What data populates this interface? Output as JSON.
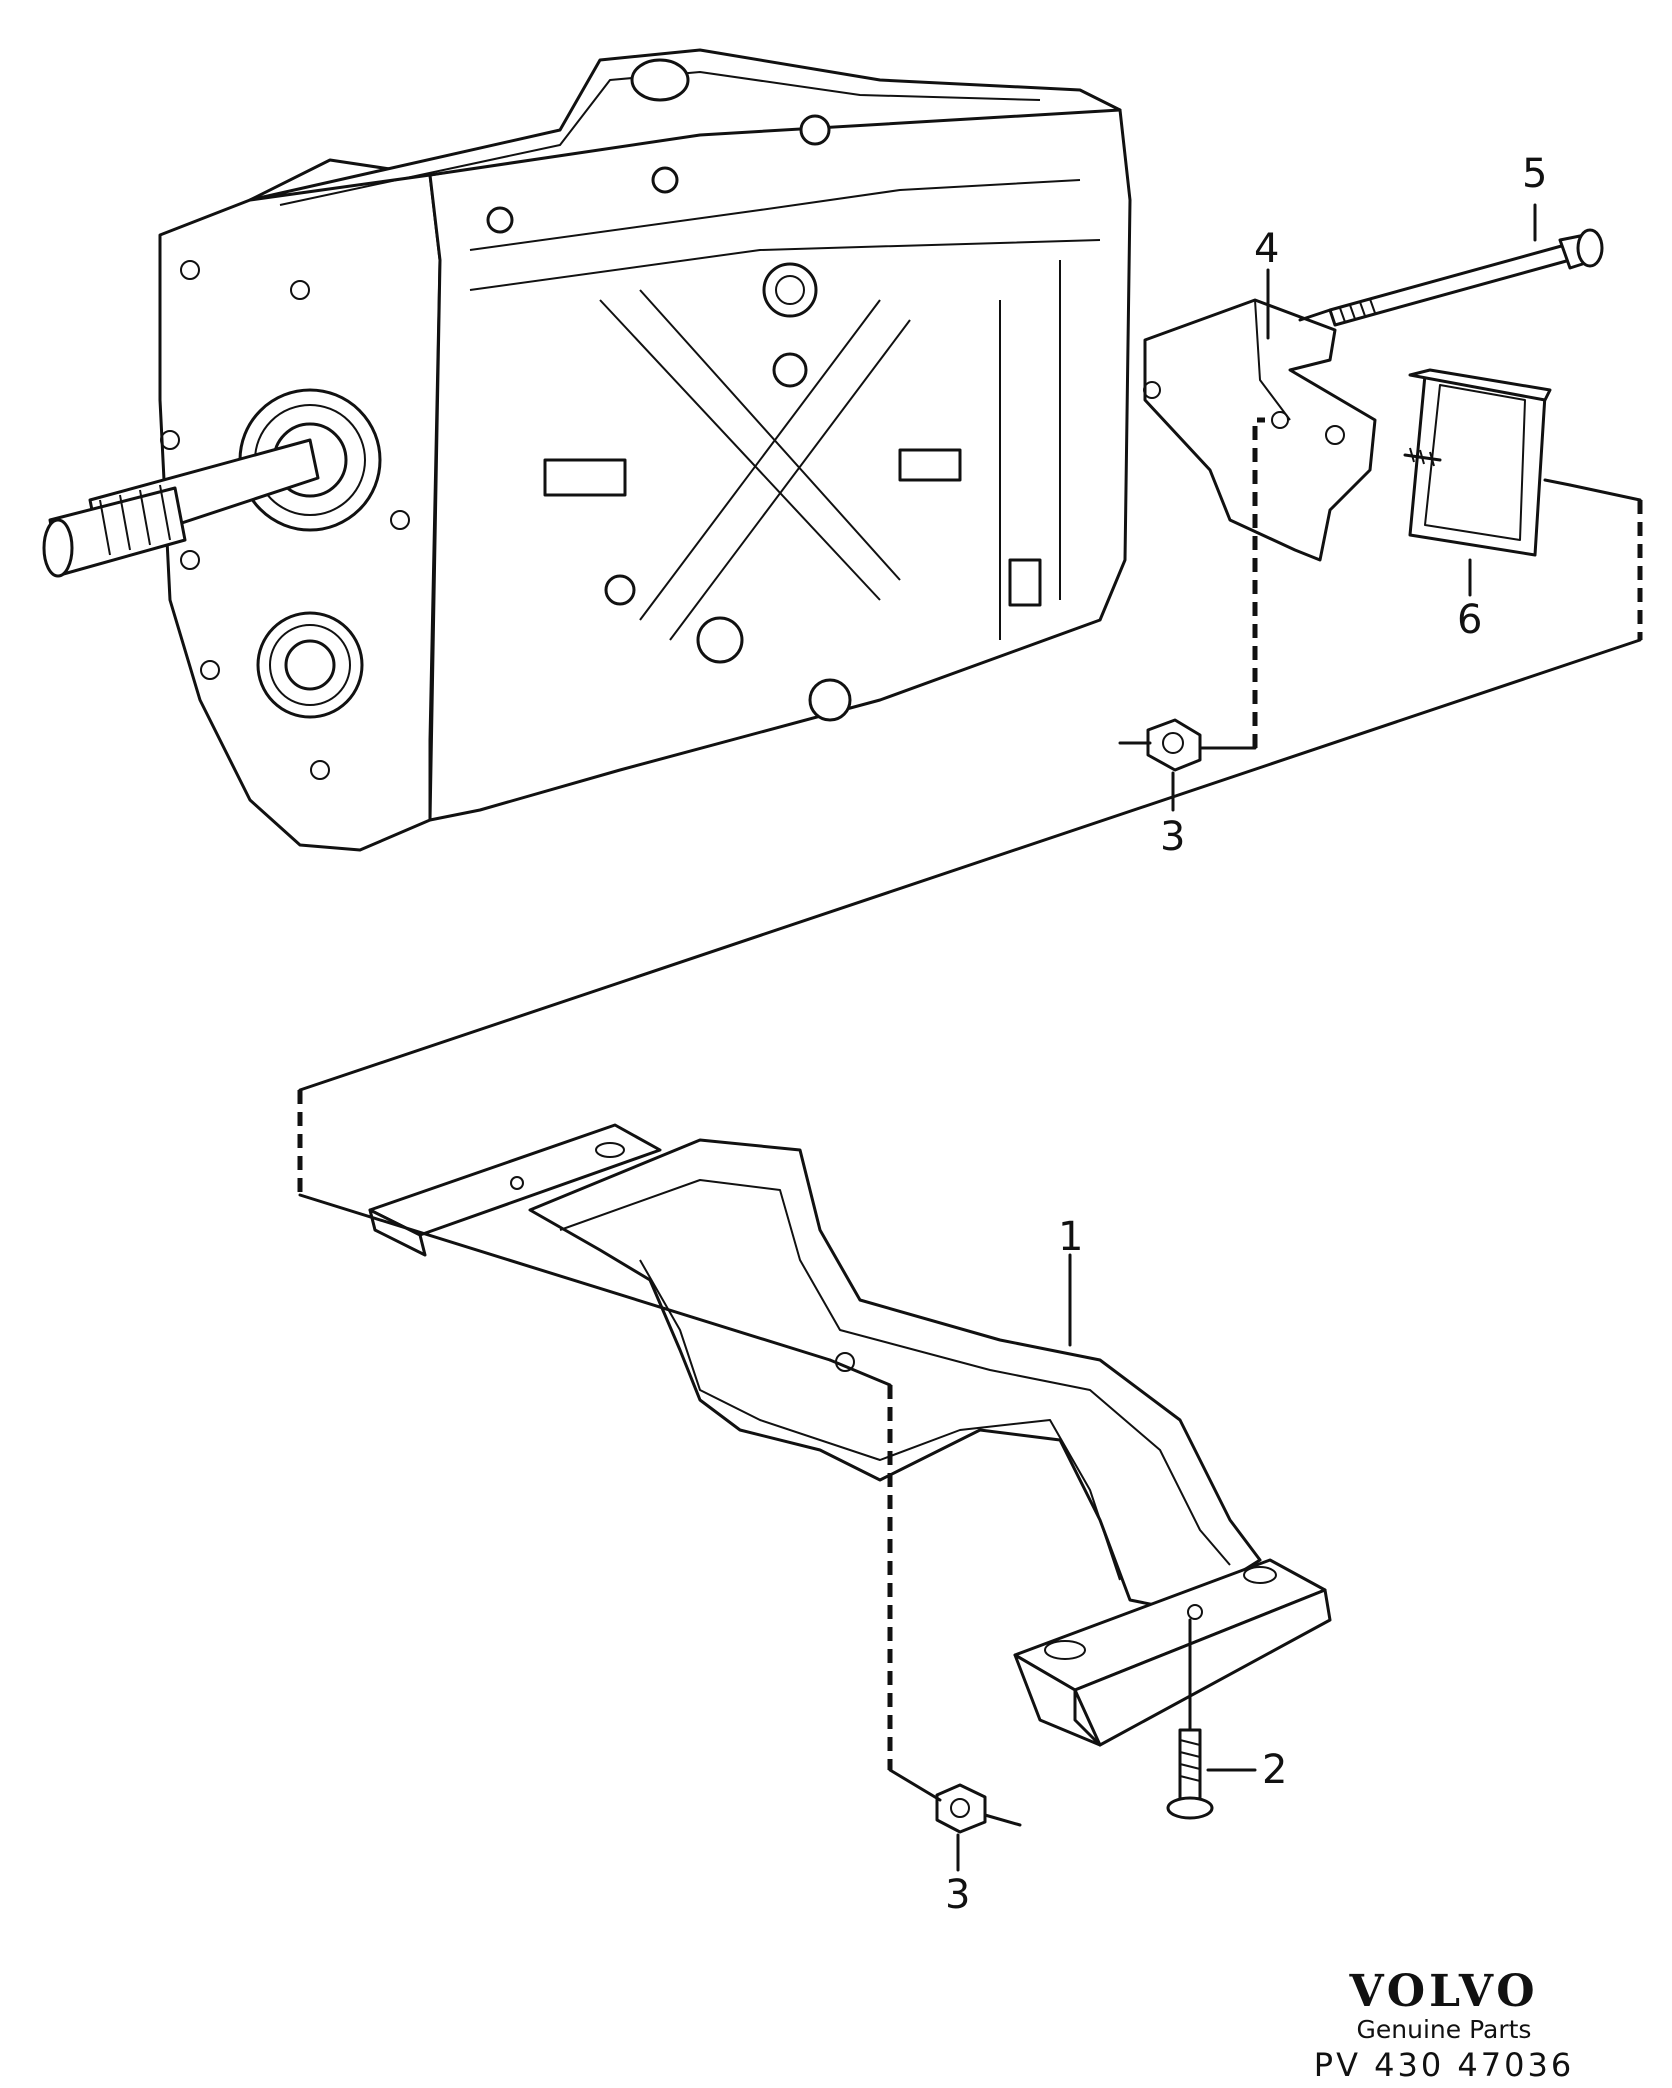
{
  "callouts": {
    "c1": "1",
    "c2": "2",
    "c3a": "3",
    "c3b": "3",
    "c4": "4",
    "c5": "5",
    "c6": "6"
  },
  "brand": {
    "logo": "VOLVO",
    "tagline": "Genuine Parts",
    "ref": "PV 430 47036"
  }
}
